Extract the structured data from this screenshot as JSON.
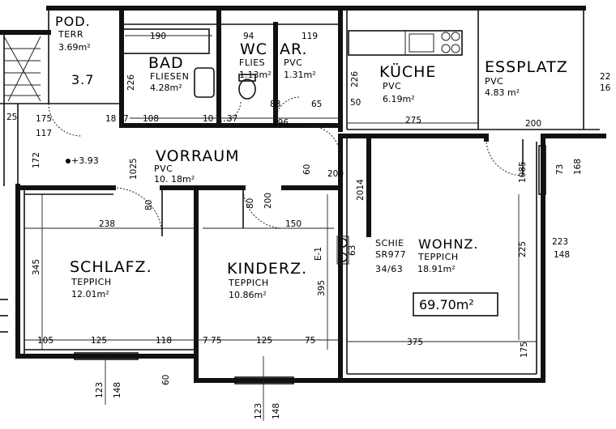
{
  "rooms": {
    "pod": {
      "name": "POD.",
      "floor": "TERR",
      "area": "3.69m²"
    },
    "bad": {
      "name": "BAD",
      "floor": "FLIESEN",
      "area": "4.28m²"
    },
    "wc": {
      "name": "WC",
      "floor": "FLIES",
      "area": "1.13m²"
    },
    "ar": {
      "name": "AR.",
      "floor": "PVC",
      "area": "1.31m²"
    },
    "kueche": {
      "name": "KÜCHE",
      "floor": "PVC",
      "area": "6.19m²"
    },
    "essplatz": {
      "name": "ESSPLATZ",
      "floor": "PVC",
      "area": "4.83 m²"
    },
    "vorraum": {
      "name": "VORRAUM",
      "floor": "PVC",
      "area": "10. 18m²"
    },
    "schlafz": {
      "name": "SCHLAFZ.",
      "floor": "TEPPICH",
      "area": "12.01m²"
    },
    "kinderz": {
      "name": "KINDERZ.",
      "floor": "TEPPICH",
      "area": "10.86m²"
    },
    "wohnz": {
      "name": "WOHNZ.",
      "floor": "TEPPICH",
      "area": "18.91m²"
    }
  },
  "total_area": "69.70m²",
  "labels": {
    "stair": "3.7",
    "level": "+3.93",
    "schie": "SCHIE",
    "sr": "SR977",
    "ratio": "34/63",
    "elec": "E-1"
  },
  "dims": {
    "d190": "190",
    "d94": "94",
    "d119": "119",
    "d226": "226",
    "d50": "50",
    "d25": "25",
    "d175": "175",
    "d18": "18",
    "d7": "7",
    "d108": "108",
    "d10": "10",
    "d37": "37",
    "d196": "196",
    "d88": "88",
    "d65": "65",
    "d275": "275",
    "d200": "200",
    "d117": "117",
    "d172": "172",
    "d1025": "1025",
    "d80": "80",
    "d238": "238",
    "d150": "150",
    "d2014": "2014",
    "d345": "345",
    "d395": "395",
    "d105": "105",
    "d125": "125",
    "d118": "118",
    "d775": "7 75",
    "d75": "75",
    "d375": "375",
    "d123": "123",
    "d148": "148",
    "d73": "73",
    "d168": "168",
    "d223": "223",
    "d22": "22",
    "d16": "16",
    "d225": "225",
    "d60": "60",
    "d63": "63",
    "d1085": "1085"
  }
}
